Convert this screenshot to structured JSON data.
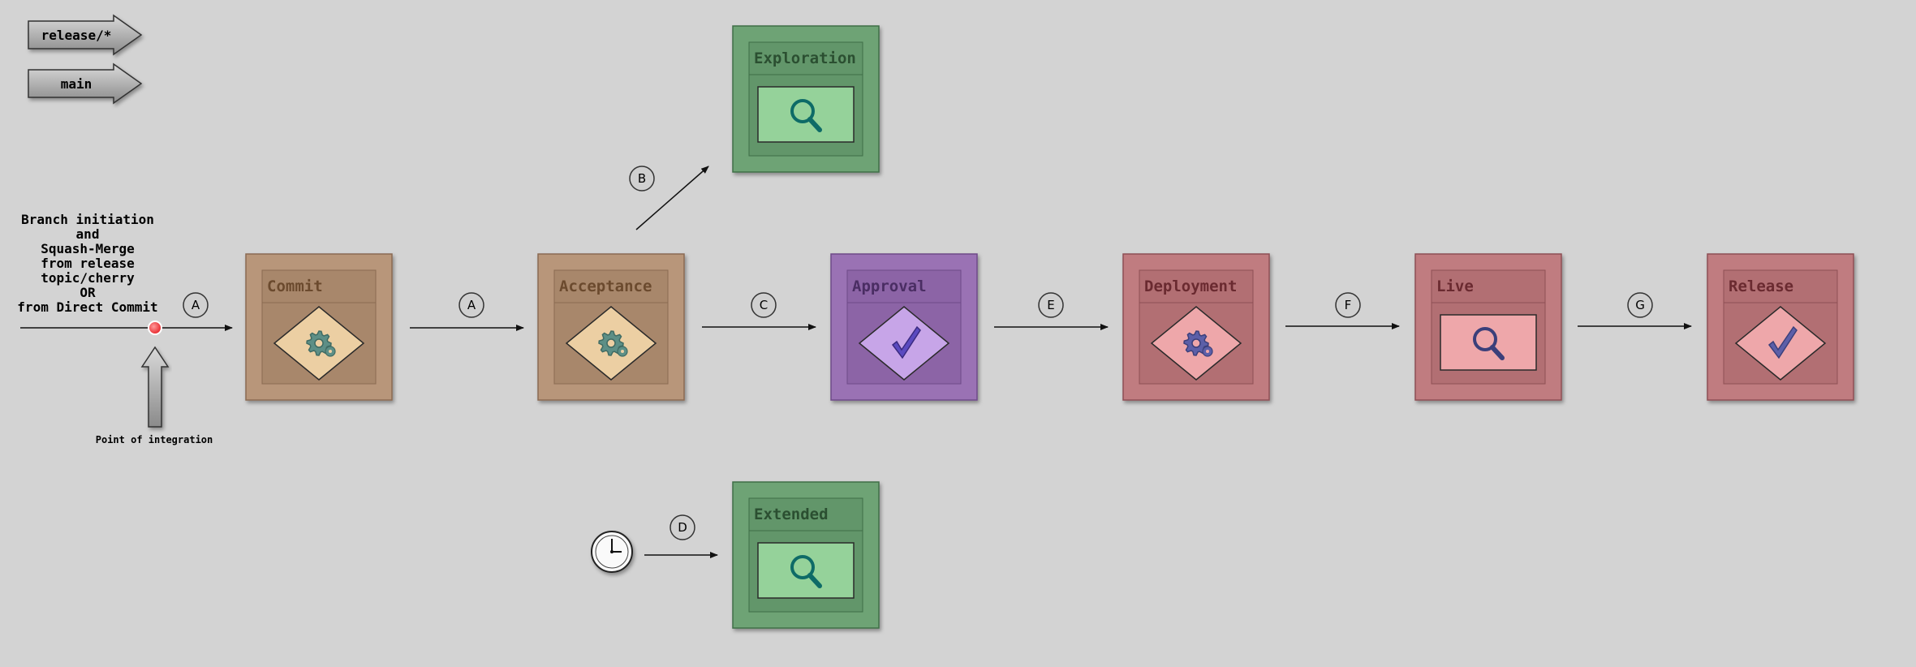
{
  "branches": [
    {
      "label": "release/*"
    },
    {
      "label": "main"
    }
  ],
  "initiation_note": [
    "Branch initiation",
    "and",
    "Squash-Merge",
    "from release",
    "topic/cherry",
    "OR",
    "from Direct Commit"
  ],
  "integration_label": "Point of integration",
  "stages": [
    {
      "id": "commit",
      "title": "Commit",
      "icon": "gear-icon",
      "palette": "tan"
    },
    {
      "id": "acceptance",
      "title": "Acceptance",
      "icon": "gear-icon",
      "palette": "tan"
    },
    {
      "id": "approval",
      "title": "Approval",
      "icon": "checkmark-icon",
      "palette": "purple"
    },
    {
      "id": "deployment",
      "title": "Deployment",
      "icon": "gear-icon",
      "palette": "red"
    },
    {
      "id": "live",
      "title": "Live",
      "icon": "magnifier-icon",
      "palette": "red"
    },
    {
      "id": "release",
      "title": "Release",
      "icon": "checkmark-icon",
      "palette": "red"
    },
    {
      "id": "exploration",
      "title": "Exploration",
      "icon": "magnifier-icon",
      "palette": "green"
    },
    {
      "id": "extended",
      "title": "Extended",
      "icon": "magnifier-icon",
      "palette": "green"
    }
  ],
  "transition_labels": [
    "A",
    "A",
    "B",
    "C",
    "D",
    "E",
    "F",
    "G"
  ],
  "colors": {
    "background": "#d3d3d3",
    "tan": "#b8967a",
    "purple": "#9a72b4",
    "red": "#c07c80",
    "green": "#6ea374",
    "integration_point": "#e8252a"
  }
}
